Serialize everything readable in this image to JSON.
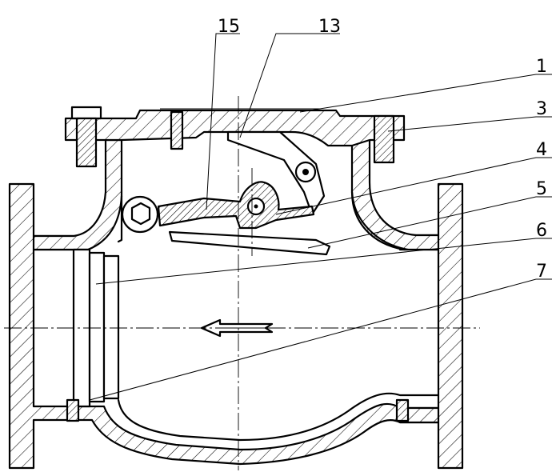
{
  "callouts": [
    {
      "id": "15",
      "label": "15"
    },
    {
      "id": "13",
      "label": "13"
    },
    {
      "id": "1",
      "label": "1"
    },
    {
      "id": "3",
      "label": "3"
    },
    {
      "id": "4",
      "label": "4"
    },
    {
      "id": "5",
      "label": "5"
    },
    {
      "id": "6",
      "label": "6"
    },
    {
      "id": "7",
      "label": "7"
    }
  ]
}
